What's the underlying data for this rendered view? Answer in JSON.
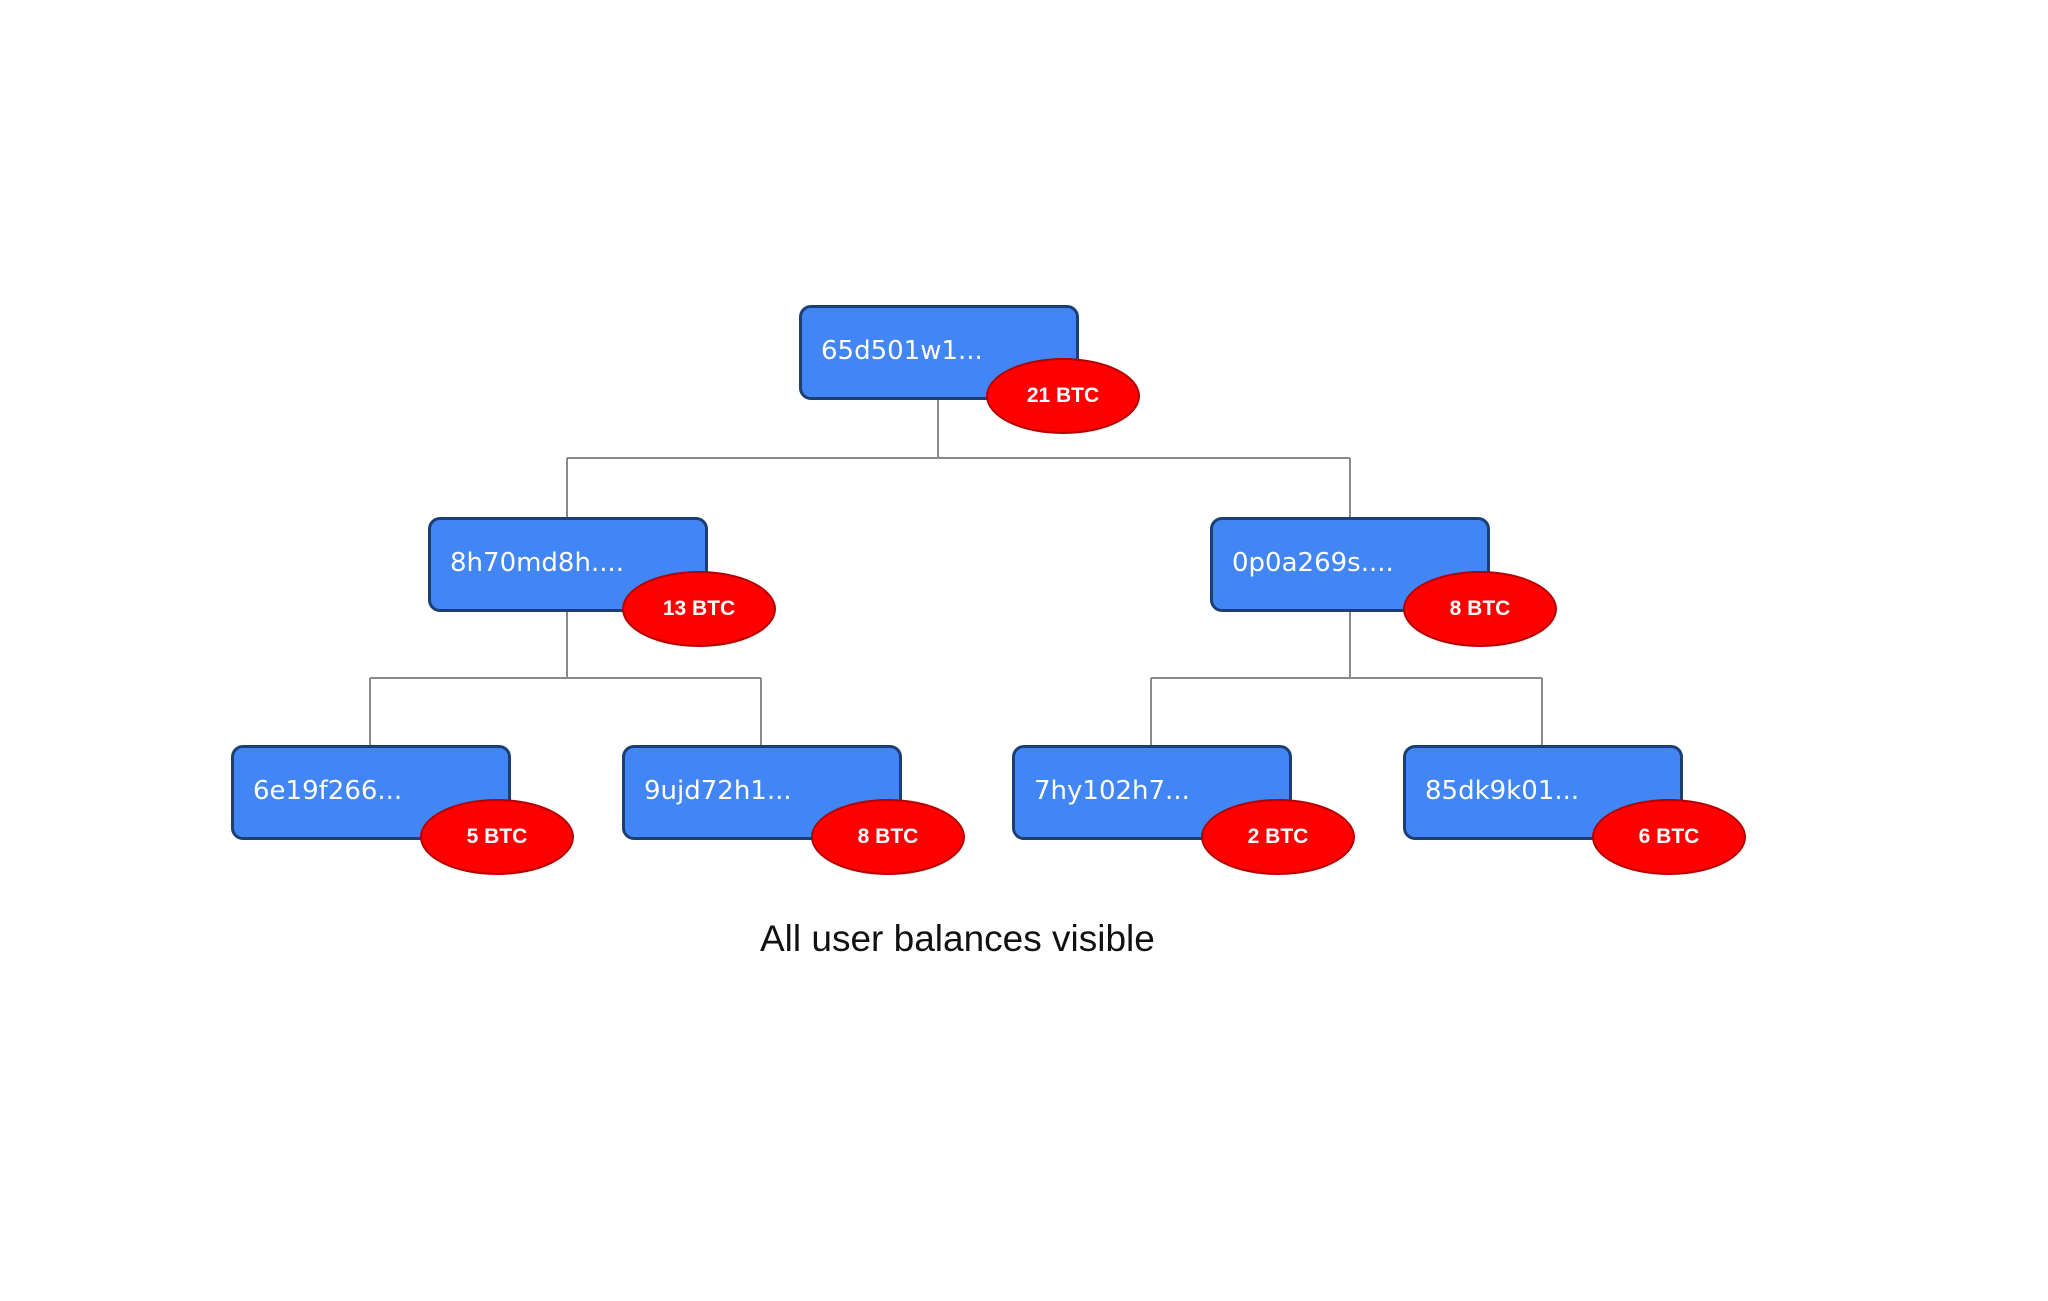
{
  "tree": {
    "root": {
      "id": "65d501w1...",
      "balance": "21 BTC"
    },
    "left": {
      "id": "8h70md8h....",
      "balance": "13 BTC"
    },
    "right": {
      "id": "0p0a269s....",
      "balance": "8 BTC"
    },
    "left_left": {
      "id": "6e19f266...",
      "balance": "5 BTC"
    },
    "left_right": {
      "id": "9ujd72h1...",
      "balance": "8 BTC"
    },
    "right_left": {
      "id": "7hy102h7...",
      "balance": "2 BTC"
    },
    "right_right": {
      "id": "85dk9k01...",
      "balance": "6 BTC"
    }
  },
  "caption": "All user balances visible",
  "colors": {
    "node_fill": "#4285f4",
    "node_border": "#1c3f73",
    "badge_fill": "#ff0000",
    "connector": "#888888"
  }
}
